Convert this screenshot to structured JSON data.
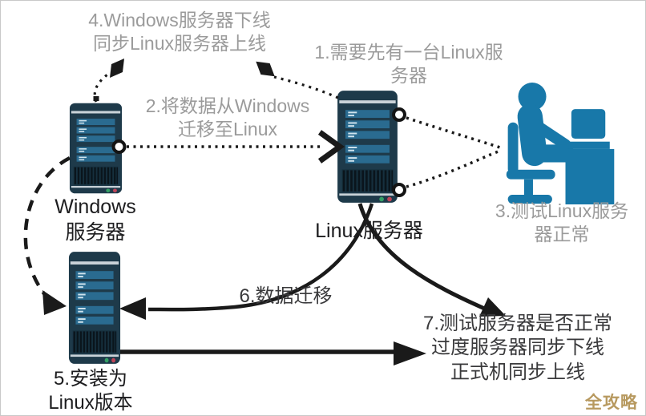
{
  "diagram": {
    "steps": {
      "step1": "1.需要先有一台Linux服\n务器",
      "step2": "2.将数据从Windows\n迁移至Linux",
      "step3": "3.测试Linux服务\n器正常",
      "step4": "4.Windows服务器下线\n同步Linux服务器上线",
      "step5": "5.安装为\nLinux版本",
      "step6": "6.数据迁移",
      "step7": "7.测试服务器是否正常\n过度服务器同步下线\n正式机同步上线"
    },
    "nodes": {
      "windows_server_label": "Windows\n服务器",
      "linux_server_label": "Linux服务器"
    },
    "watermark": "全攻略",
    "colors": {
      "gray_text": "#9b9b9b",
      "dark_text": "#39393b",
      "black_text": "#1d1d1f",
      "server_body": "#1e3a4a",
      "server_bar": "#2a6b90",
      "person_icon": "#1878a9",
      "connector": "#1a1a1a",
      "status_green": "#34a065",
      "status_red": "#bf4458",
      "watermark": "#b7995f"
    }
  }
}
